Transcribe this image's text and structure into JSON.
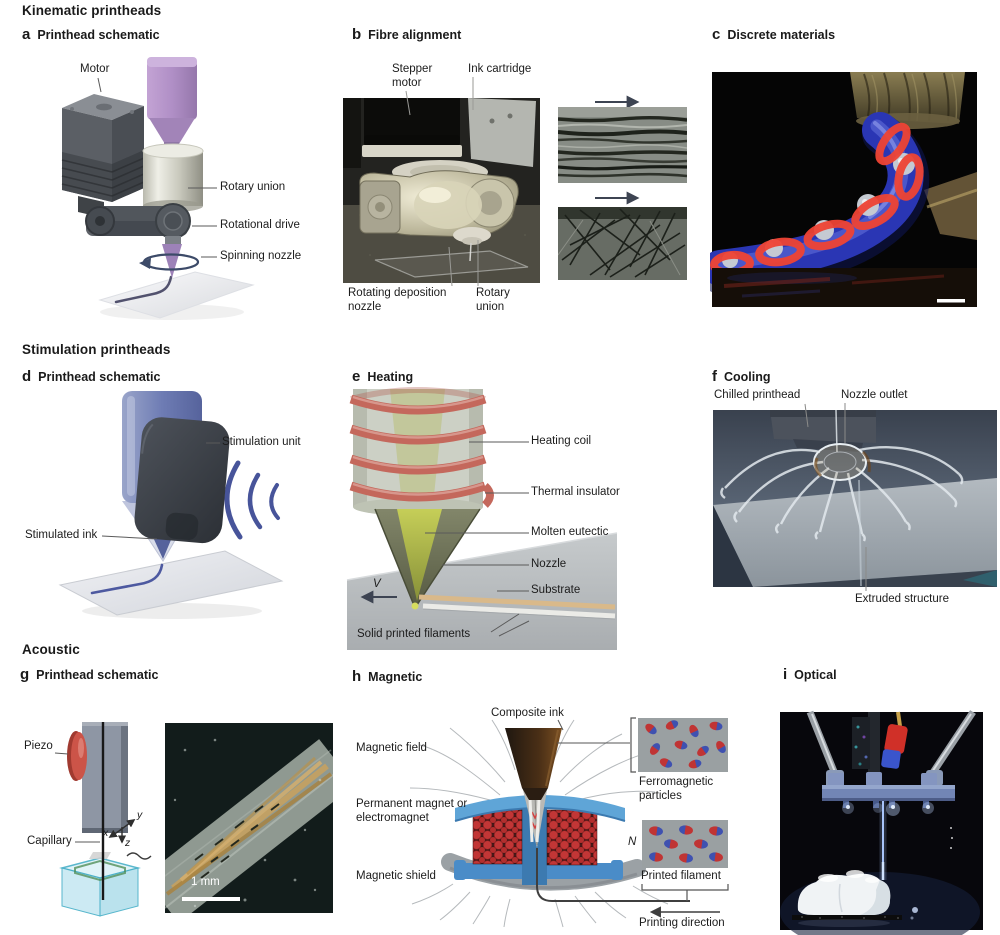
{
  "sections": {
    "kinematic": "Kinematic printheads",
    "stimulation": "Stimulation printheads",
    "acoustic": "Acoustic"
  },
  "panels": {
    "a": {
      "letter": "a",
      "title": "Printhead schematic",
      "labels": {
        "motor": "Motor",
        "rotary_union": "Rotary union",
        "rotational_drive": "Rotational drive",
        "spinning_nozzle": "Spinning nozzle"
      }
    },
    "b": {
      "letter": "b",
      "title": "Fibre alignment",
      "labels": {
        "stepper_motor": "Stepper motor",
        "ink_cartridge": "Ink cartridge",
        "rotating_deposition_nozzle": "Rotating deposition nozzle",
        "rotary_union": "Rotary union"
      },
      "insets": {
        "top": "aligned-fibre micrograph",
        "bottom": "random-fibre micrograph"
      }
    },
    "c": {
      "letter": "c",
      "title": "Discrete materials"
    },
    "d": {
      "letter": "d",
      "title": "Printhead schematic",
      "labels": {
        "stimulation_unit": "Stimulation unit",
        "stimulated_ink": "Stimulated ink"
      }
    },
    "e": {
      "letter": "e",
      "title": "Heating",
      "labels": {
        "heating_coil": "Heating coil",
        "thermal_insulator": "Thermal insulator",
        "molten_eutectic": "Molten eutectic",
        "nozzle": "Nozzle",
        "substrate": "Substrate",
        "solid_printed_filaments": "Solid printed filaments",
        "velocity": "V"
      }
    },
    "f": {
      "letter": "f",
      "title": "Cooling",
      "labels": {
        "chilled_printhead": "Chilled printhead",
        "nozzle_outlet": "Nozzle outlet",
        "extruded_structure": "Extruded structure"
      }
    },
    "g": {
      "letter": "g",
      "title": "Printhead schematic",
      "labels": {
        "piezo": "Piezo",
        "capillary": "Capillary",
        "axis_x": "x",
        "axis_y": "y",
        "axis_z": "z",
        "scale_bar": "1 mm"
      }
    },
    "h": {
      "letter": "h",
      "title": "Magnetic",
      "labels": {
        "composite_ink": "Composite ink",
        "magnetic_field": "Magnetic field",
        "permanent_magnet": "Permanent magnet or electromagnet",
        "magnetic_shield": "Magnetic shield",
        "ferromagnetic_particles": "Ferromagnetic particles",
        "printed_filament": "Printed filament",
        "north": "N",
        "printing_direction": "Printing direction"
      }
    },
    "i": {
      "letter": "i",
      "title": "Optical"
    }
  },
  "colors": {
    "ink_purple": "#b08fc6",
    "union_silver": "#d6d6cc",
    "stimulation_blue": "#6e7cb4",
    "wave_blue": "#47549a",
    "coil_red": "#c4685c",
    "eutectic_green": "#b9c24a",
    "magnet_red": "#c03434",
    "magnet_frame_blue": "#4a8cc8",
    "particle_blue": "#3f51b0",
    "tube_blue": "#2a36b4",
    "helix_red": "#ef4434",
    "beam_blue": "#a8c4fa"
  }
}
